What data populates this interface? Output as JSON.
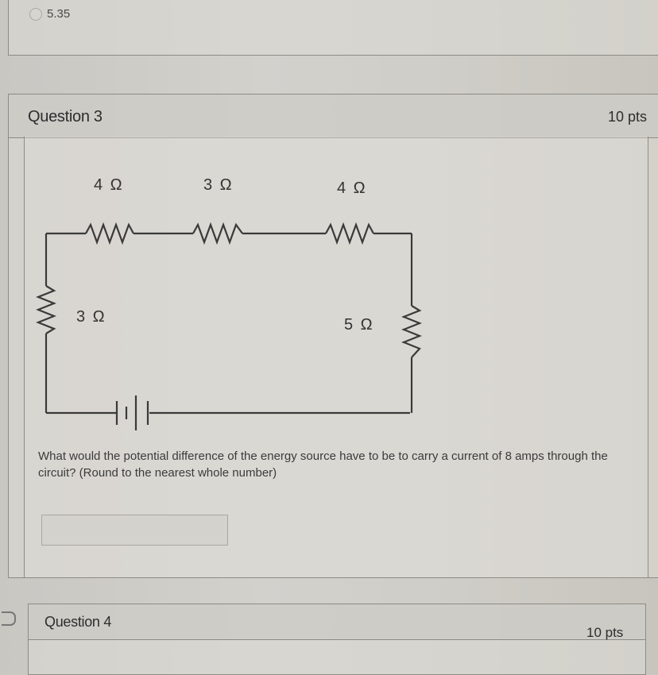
{
  "previous_question": {
    "option_label": "5.35"
  },
  "question3": {
    "title": "Question 3",
    "points": "10 pts",
    "circuit": {
      "top_left_resistor": "4 Ω",
      "top_middle_resistor": "3 Ω",
      "top_right_resistor": "4 Ω",
      "left_resistor": "3 Ω",
      "right_resistor": "5 Ω"
    },
    "text": "What would the potential difference of the energy source have to be to carry a current of 8 amps through the circuit? (Round to the nearest whole number)",
    "answer_value": ""
  },
  "question4": {
    "title": "Question 4",
    "points": "10 pts"
  }
}
